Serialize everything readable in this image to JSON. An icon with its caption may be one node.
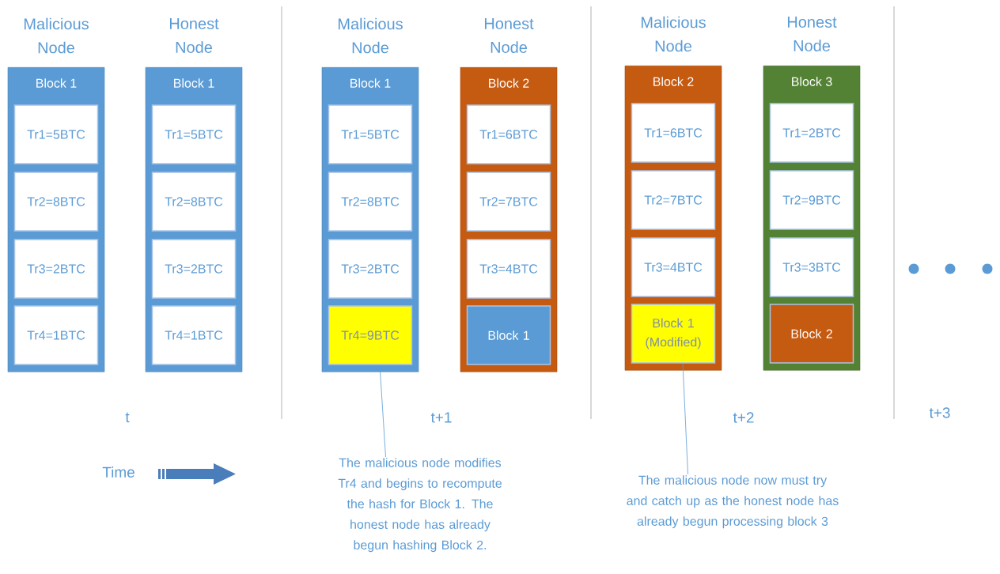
{
  "diagram": {
    "nodes": [
      {
        "text": [
          "Malicious Node",
          "Block 1"
        ]
      },
      {
        "text": [
          "Tr1=5BTC"
        ],
        "in": 0
      },
      {
        "text": [
          "Tr2=8BTC"
        ],
        "in": 0
      },
      {
        "text": [
          "Tr3=2BTC"
        ],
        "in": 0
      },
      {
        "text": [
          "Tr4=1BTC"
        ],
        "in": 0
      },
      {
        "text": [
          "Honest Node",
          "Block 1"
        ]
      },
      {
        "text": [
          "Tr1=5BTC"
        ],
        "in": 5
      },
      {
        "text": [
          "Tr2=8BTC"
        ],
        "in": 5
      },
      {
        "text": [
          "Tr3=2BTC"
        ],
        "in": 5
      },
      {
        "text": [
          "Tr4=1BTC"
        ],
        "in": 5
      },
      {
        "text": [
          "Malicious Node",
          "Block 1"
        ]
      },
      {
        "text": [
          "Tr1=5BTC"
        ],
        "in": 10
      },
      {
        "text": [
          "Tr2=8BTC"
        ],
        "in": 10
      },
      {
        "text": [
          "Tr3=2BTC"
        ],
        "in": 10
      },
      {
        "text": [
          "Tr4=9BTC"
        ],
        "in": 10
      },
      {
        "text": [
          "Honest Node",
          "Block 2"
        ]
      },
      {
        "text": [
          "Tr1=6BTC"
        ],
        "in": 15
      },
      {
        "text": [
          "Tr2=7BTC"
        ],
        "in": 15
      },
      {
        "text": [
          "Tr3=4BTC"
        ],
        "in": 15
      },
      {
        "text": [
          "Block 1"
        ],
        "in": 15
      },
      {
        "text": [
          "Malicious Node",
          "Block 2"
        ]
      },
      {
        "text": [
          "Tr1=6BTC"
        ],
        "in": 20
      },
      {
        "text": [
          "Tr2=7BTC"
        ],
        "in": 20
      },
      {
        "text": [
          "Tr3=4BTC"
        ],
        "in": 20
      },
      {
        "text": [
          "Block 1 (Modified)"
        ],
        "in": 20
      },
      {
        "text": [
          "Honest Node",
          "Block 3"
        ]
      },
      {
        "text": [
          "Tr1=2BTC"
        ],
        "in": 25
      },
      {
        "text": [
          "Tr2=9BTC"
        ],
        "in": 25
      },
      {
        "text": [
          "Tr3=3BTC"
        ],
        "in": 25
      },
      {
        "text": [
          "Block 2"
        ],
        "in": 25
      },
      {
        "text": [
          "The malicious node modifies Tr4 and begins to recompute the hash for Block 1. The honest node has already begun hashing Block 2."
        ]
      },
      {
        "text": [
          "The malicious node now must try and catch up as the honest node has already begun processing block 3"
        ]
      }
    ],
    "edges": [
      {
        "from": 30,
        "to": 14,
        "arrow": "none"
      },
      {
        "from": 31,
        "to": 24,
        "arrow": "none"
      }
    ],
    "labels": [
      "t",
      "t+1",
      "t+2",
      "t+3",
      "Time"
    ]
  }
}
